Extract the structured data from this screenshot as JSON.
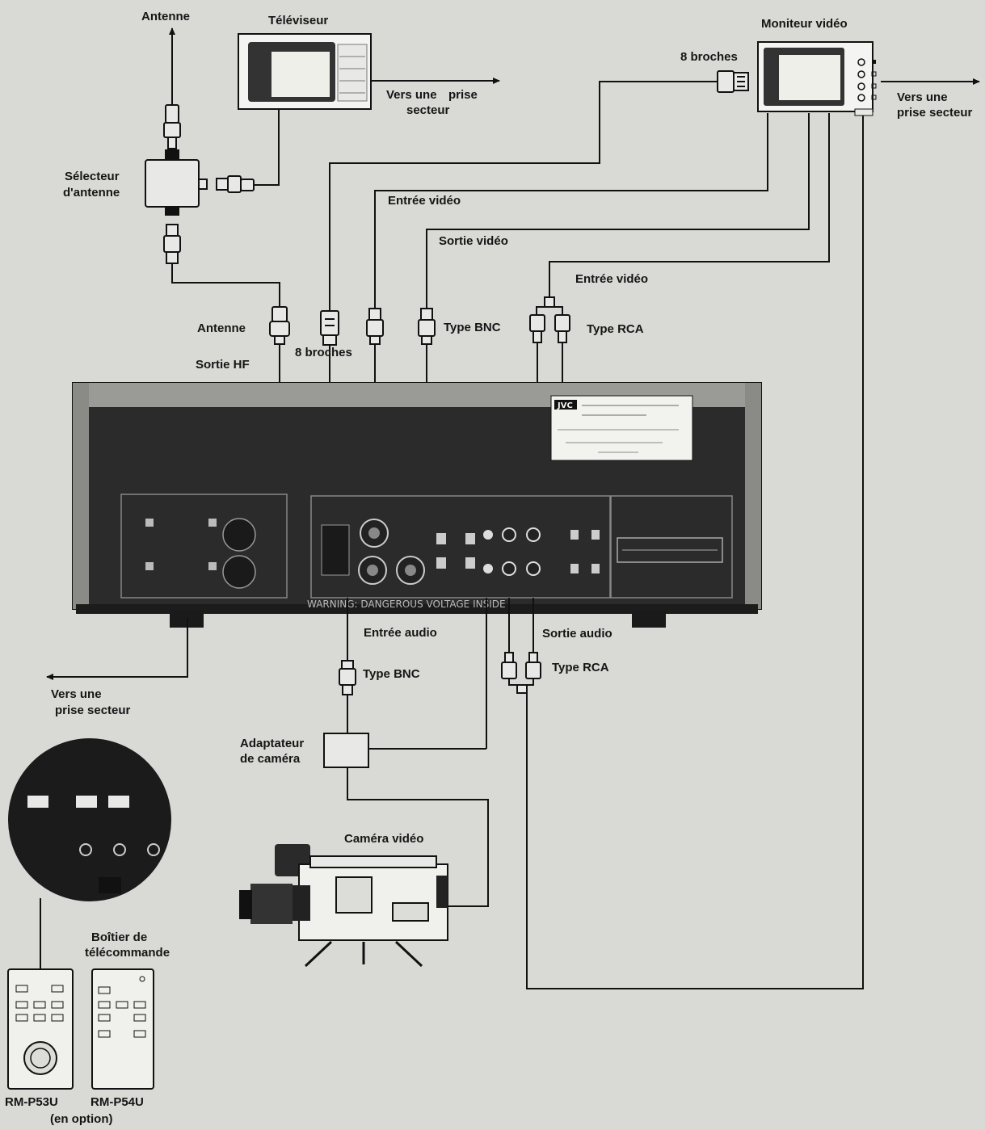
{
  "labels": {
    "antenne_top": "Antenne",
    "televiseur": "Téléviseur",
    "vers_prise_tv_1": "Vers une",
    "vers_prise_tv_2": "prise",
    "vers_prise_tv_3": "secteur",
    "moniteur_video": "Moniteur vidéo",
    "huit_broches_top": "8 broches",
    "vers_prise_mon_1": "Vers une",
    "vers_prise_mon_2": "prise secteur",
    "selecteur_1": "Sélecteur",
    "selecteur_2": "d'antenne",
    "entree_video_1": "Entrée vidéo",
    "sortie_video": "Sortie vidéo",
    "entree_video_2": "Entrée  vidéo",
    "antenne_mid": "Antenne",
    "huit_broches_mid": "8 broches",
    "type_bnc_top": "Type BNC",
    "type_rca_top": "Type RCA",
    "sortie_hf": "Sortie HF",
    "entree_audio": "Entrée audio",
    "sortie_audio": "Sortie audio",
    "type_bnc_bottom": "Type BNC",
    "type_rca_bottom": "Type RCA",
    "vers_prise_vcr_1": "Vers une",
    "vers_prise_vcr_2": "prise secteur",
    "adaptateur_1": "Adaptateur",
    "adaptateur_2": "de caméra",
    "camera_video": "Caméra vidéo",
    "boitier_1": "Boîtier de",
    "boitier_2": "télécommande",
    "rm_p53u": "RM-P53U",
    "rm_p54u": "RM-P54U",
    "en_option": "(en option)"
  },
  "panel_text": {
    "brand": "JVC",
    "warning": "WARNING: DANGEROUS VOLTAGE INSIDE"
  },
  "colors": {
    "background": "#d9d9d6",
    "line": "#111111",
    "panel": "#2b2b2b"
  }
}
